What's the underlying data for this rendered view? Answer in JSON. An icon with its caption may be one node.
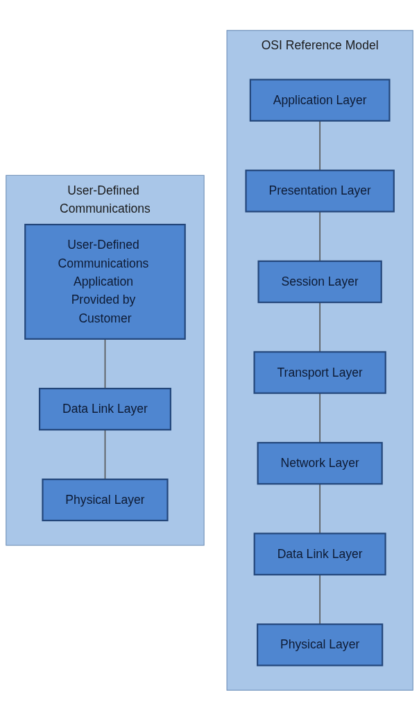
{
  "diagram": {
    "nodes": [
      {
        "text": [
          "OSI Reference Model"
        ]
      },
      {
        "text": [
          "Application Layer"
        ],
        "in": 0
      },
      {
        "text": [
          "Presentation Layer"
        ],
        "in": 0
      },
      {
        "text": [
          "Session Layer"
        ],
        "in": 0
      },
      {
        "text": [
          "Transport Layer"
        ],
        "in": 0
      },
      {
        "text": [
          "Network Layer"
        ],
        "in": 0
      },
      {
        "text": [
          "Data Link Layer"
        ],
        "in": 0
      },
      {
        "text": [
          "Physical Layer"
        ],
        "in": 0
      },
      {
        "text": [
          "User-Defined Communications"
        ]
      },
      {
        "text": [
          "User-Defined Communications Application Provided by Customer"
        ],
        "in": 8
      },
      {
        "text": [
          "Data Link Layer"
        ],
        "in": 8
      },
      {
        "text": [
          "Physical Layer"
        ],
        "in": 8
      }
    ],
    "edges": [
      {
        "from": 1,
        "to": 2,
        "arrow": "none"
      },
      {
        "from": 2,
        "to": 3,
        "arrow": "none"
      },
      {
        "from": 3,
        "to": 4,
        "arrow": "none"
      },
      {
        "from": 4,
        "to": 5,
        "arrow": "none"
      },
      {
        "from": 5,
        "to": 6,
        "arrow": "none"
      },
      {
        "from": 6,
        "to": 7,
        "arrow": "none"
      },
      {
        "from": 9,
        "to": 10,
        "arrow": "none"
      },
      {
        "from": 10,
        "to": 11,
        "arrow": "none"
      }
    ]
  }
}
